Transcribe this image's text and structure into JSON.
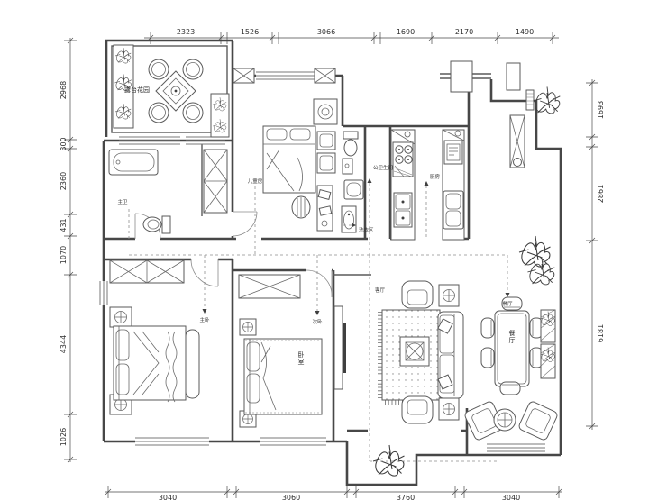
{
  "drawing": {
    "type": "apartment-floor-plan",
    "dims": {
      "top": [
        "2323",
        "1526",
        "3066",
        "1690",
        "2170",
        "1490"
      ],
      "left": [
        "2968",
        "300",
        "2360",
        "431",
        "1070",
        "4344",
        "1026"
      ],
      "right": [
        "1693",
        "2861",
        "6181"
      ],
      "bottom": [
        "3040",
        "3060",
        "3760",
        "3040"
      ]
    },
    "rooms": {
      "terrace": "露台花园",
      "master_bath": "主卫",
      "kids_room": "儿童房",
      "guest_bath": "公卫生间",
      "laundry": "洗衣区",
      "kitchen": "厨房",
      "master_bedroom": "主卧",
      "second_bedroom": "次卧",
      "bedroom_bed": "卧室",
      "living_room": "客厅",
      "dining_room": "餐厅"
    },
    "colors": {
      "line": "#474747",
      "dim_text": "#2e2e2e",
      "background": "#ffffff"
    }
  }
}
